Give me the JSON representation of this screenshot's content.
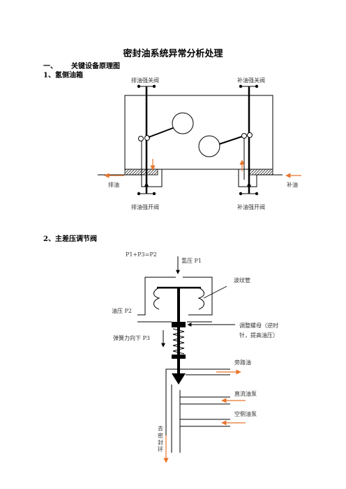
{
  "document": {
    "title": "密封油系统异常分析处理",
    "section_number": "一、",
    "section_title": "关键设备原理图",
    "subsection1": "1、氢侧油箱",
    "subsection2": "2、主差压调节阀"
  },
  "diagram1": {
    "drain_close_valve": "排油强关阀",
    "fill_close_valve": "补油强关阀",
    "drain_open_valve": "排油强开阀",
    "fill_open_valve": "补油强开阀",
    "drain_oil": "排油",
    "fill_oil": "补油"
  },
  "diagram2": {
    "equation": "P1+P3=P2",
    "hydrogen_pressure": "氢压 P1",
    "bellows": "波纹管",
    "oil_pressure": "油压 P2",
    "adjust_nut_line1": "调整螺母（逆时",
    "adjust_nut_line2": "针，提高油压）",
    "spring_force": "弹簧力向下 P3",
    "bypass_oil": "旁路油",
    "dc_oil_pump": "直流油泵",
    "air_side_pump": "空侧油泵",
    "to_seal_ring": "去密封环"
  },
  "colors": {
    "arrow_orange": "#E8742A",
    "line": "#000000"
  }
}
